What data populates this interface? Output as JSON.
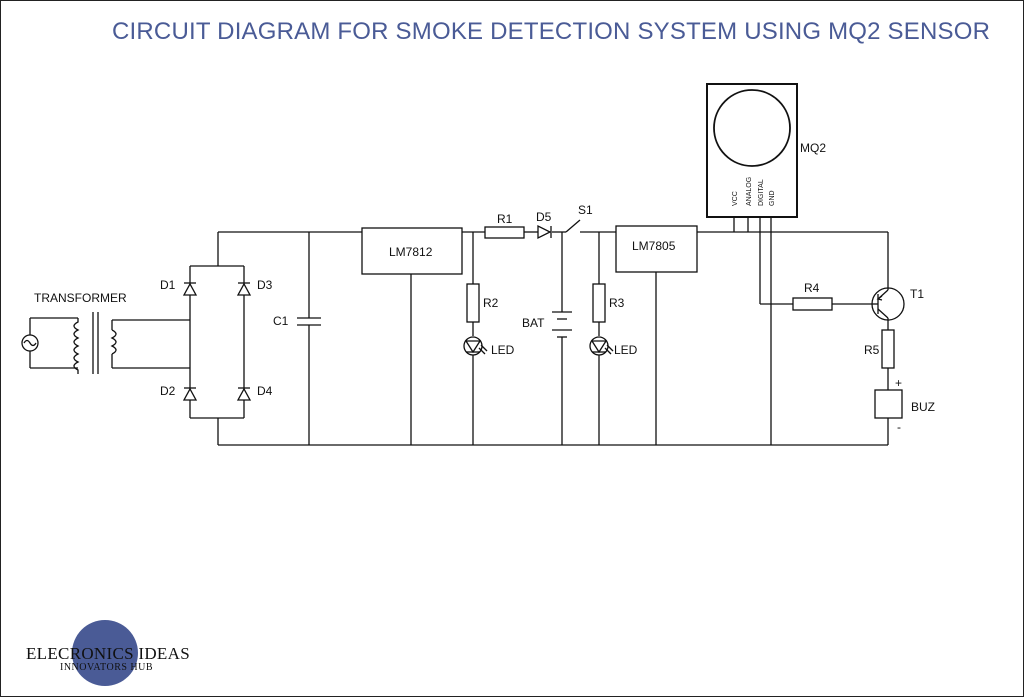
{
  "title": "CIRCUIT DIAGRAM FOR SMOKE DETECTION SYSTEM USING MQ2 SENSOR",
  "colors": {
    "title": "#4a5b96",
    "logo_circle": "#4a5b96",
    "wire": "#111111"
  },
  "labels": {
    "transformer": "TRANSFORMER",
    "d1": "D1",
    "d2": "D2",
    "d3": "D3",
    "d4": "D4",
    "d5": "D5",
    "c1": "C1",
    "lm7812": "LM7812",
    "lm7805": "LM7805",
    "r1": "R1",
    "r2": "R2",
    "r3": "R3",
    "r4": "R4",
    "r5": "R5",
    "led1": "LED",
    "led2": "LED",
    "bat": "BAT",
    "s1": "S1",
    "mq2": "MQ2",
    "t1": "T1",
    "buz": "BUZ",
    "buz_plus": "+",
    "buz_minus": "-"
  },
  "mq2_pins": [
    "VCC",
    "ANALOG",
    "DIGITAL",
    "GND"
  ],
  "logo": {
    "main": "ELECRONICS IDEAS",
    "sub": "INNOVATORS HUB"
  }
}
